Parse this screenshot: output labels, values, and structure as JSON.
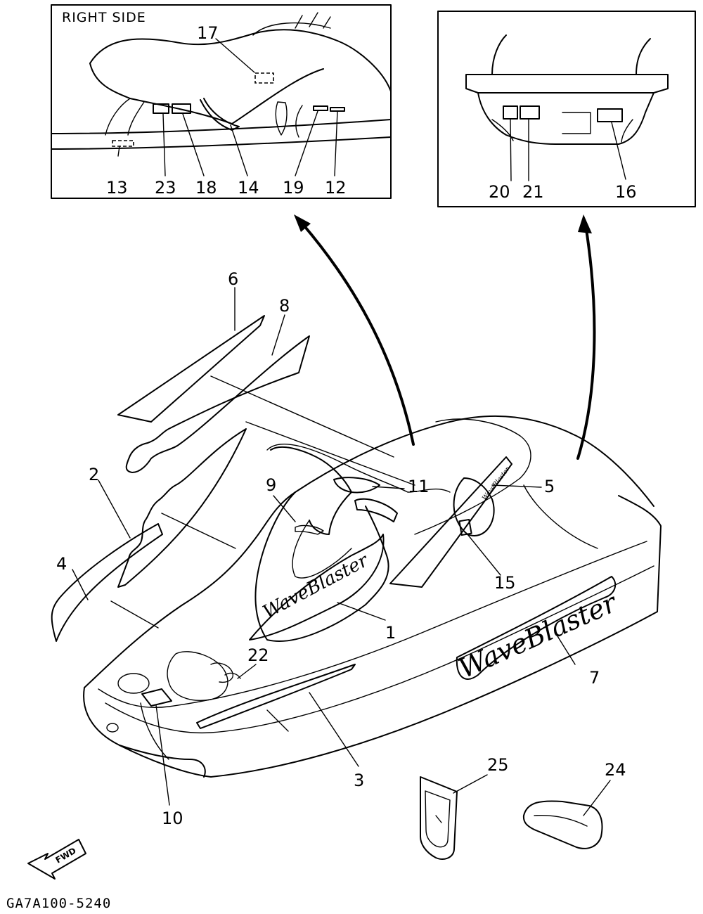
{
  "insets": {
    "right_side": {
      "title": "RIGHT SIDE",
      "labels": [
        "17",
        "13",
        "23",
        "18",
        "14",
        "19",
        "12"
      ]
    },
    "rear": {
      "labels": [
        "20",
        "21",
        "16"
      ]
    }
  },
  "main": {
    "labels": [
      "6",
      "8",
      "2",
      "4",
      "9",
      "11",
      "5",
      "15",
      "1",
      "7",
      "22",
      "3",
      "10",
      "25",
      "24"
    ],
    "hull_graphic_text": "WaveBlaster",
    "hood_graphic_text": "WaveBlaster"
  },
  "fwd_badge": "FWD",
  "figure_code": "GA7A100-5240"
}
